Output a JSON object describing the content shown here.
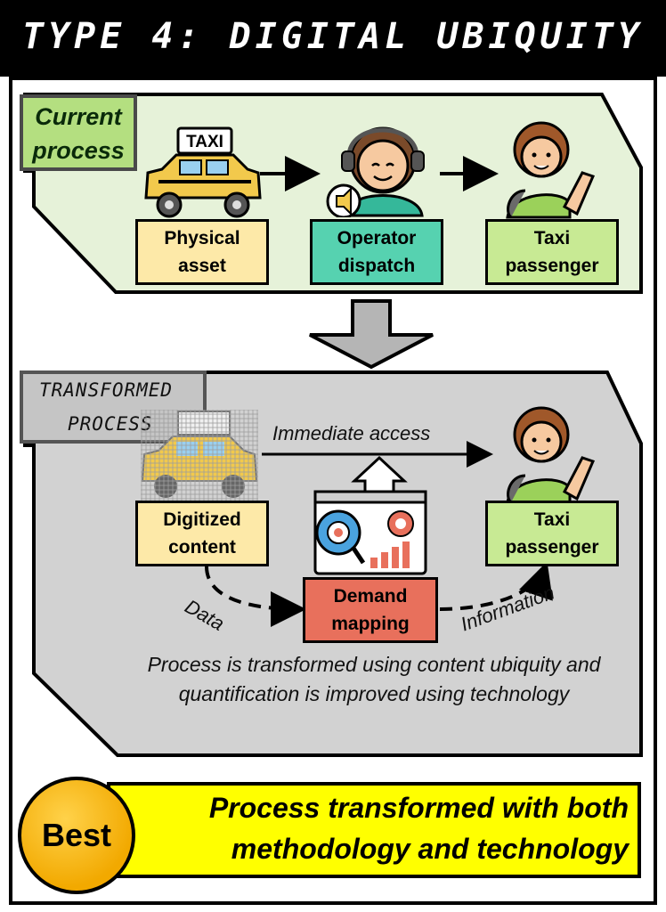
{
  "title": "TYPE 4: DIGITAL UBIQUITY",
  "current": {
    "tag": "Current process",
    "taxi_sign": "TAXI",
    "physical": "Physical asset",
    "operator": "Operator dispatch",
    "passenger": "Taxi passenger"
  },
  "transformed": {
    "tag_line1": "TRANSFORMED",
    "tag_line2": "PROCESS",
    "digitized": "Digitized content",
    "demand": "Demand mapping",
    "passenger": "Taxi passenger",
    "immediate": "Immediate access",
    "data": "Data",
    "information": "Information",
    "caption": "Process is transformed using content ubiquity and quantification is improved using technology"
  },
  "best": {
    "badge": "Best",
    "text": "Process transformed with both methodology and technology"
  },
  "colors": {
    "current_panel": "#e6f2d9",
    "transformed_panel": "#d2d2d2",
    "physical_box": "#fde9a8",
    "operator_box": "#56d2b0",
    "passenger_box": "#c8ea94",
    "demand_box": "#e8705c",
    "best_bar": "#ffff00"
  }
}
